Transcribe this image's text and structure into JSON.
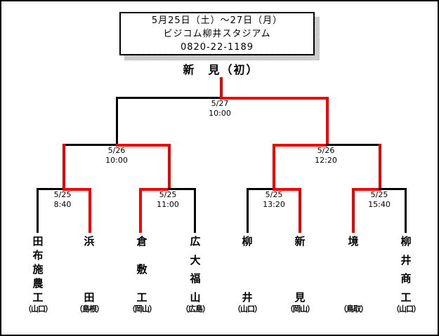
{
  "header": {
    "lines": [
      "5月25日（土）～27日（月）",
      "ビジコム柳井スタジアム",
      "0820-22-1189"
    ]
  },
  "champion": {
    "label": "新　見（初）"
  },
  "matches": {
    "final": {
      "date": "5/27",
      "time": "10:00"
    },
    "semi_left": {
      "date": "5/26",
      "time": "10:00"
    },
    "semi_right": {
      "date": "5/26",
      "time": "12:20"
    },
    "qf1": {
      "date": "5/25",
      "time": "8:40"
    },
    "qf2": {
      "date": "5/25",
      "time": "11:00"
    },
    "qf3": {
      "date": "5/25",
      "time": "13:20"
    },
    "qf4": {
      "date": "5/25",
      "time": "15:40"
    }
  },
  "teams": [
    {
      "name": "田布施農工",
      "pref": "（山口）",
      "winner": false
    },
    {
      "name": "浜田",
      "pref": "（島根）",
      "winner": true
    },
    {
      "name": "倉敷工",
      "pref": "（岡山）",
      "winner": true
    },
    {
      "name": "広大福山",
      "pref": "（広島）",
      "winner": false
    },
    {
      "name": "柳井",
      "pref": "（山口）",
      "winner": false
    },
    {
      "name": "新見",
      "pref": "（岡山）",
      "winner": true
    },
    {
      "name": "境",
      "pref": "（鳥取）",
      "winner": true
    },
    {
      "name": "柳井商工",
      "pref": "（山口）",
      "winner": false
    }
  ],
  "colors": {
    "line": "#000000",
    "winner_path": "#ee0000",
    "background": "#ffffff"
  }
}
